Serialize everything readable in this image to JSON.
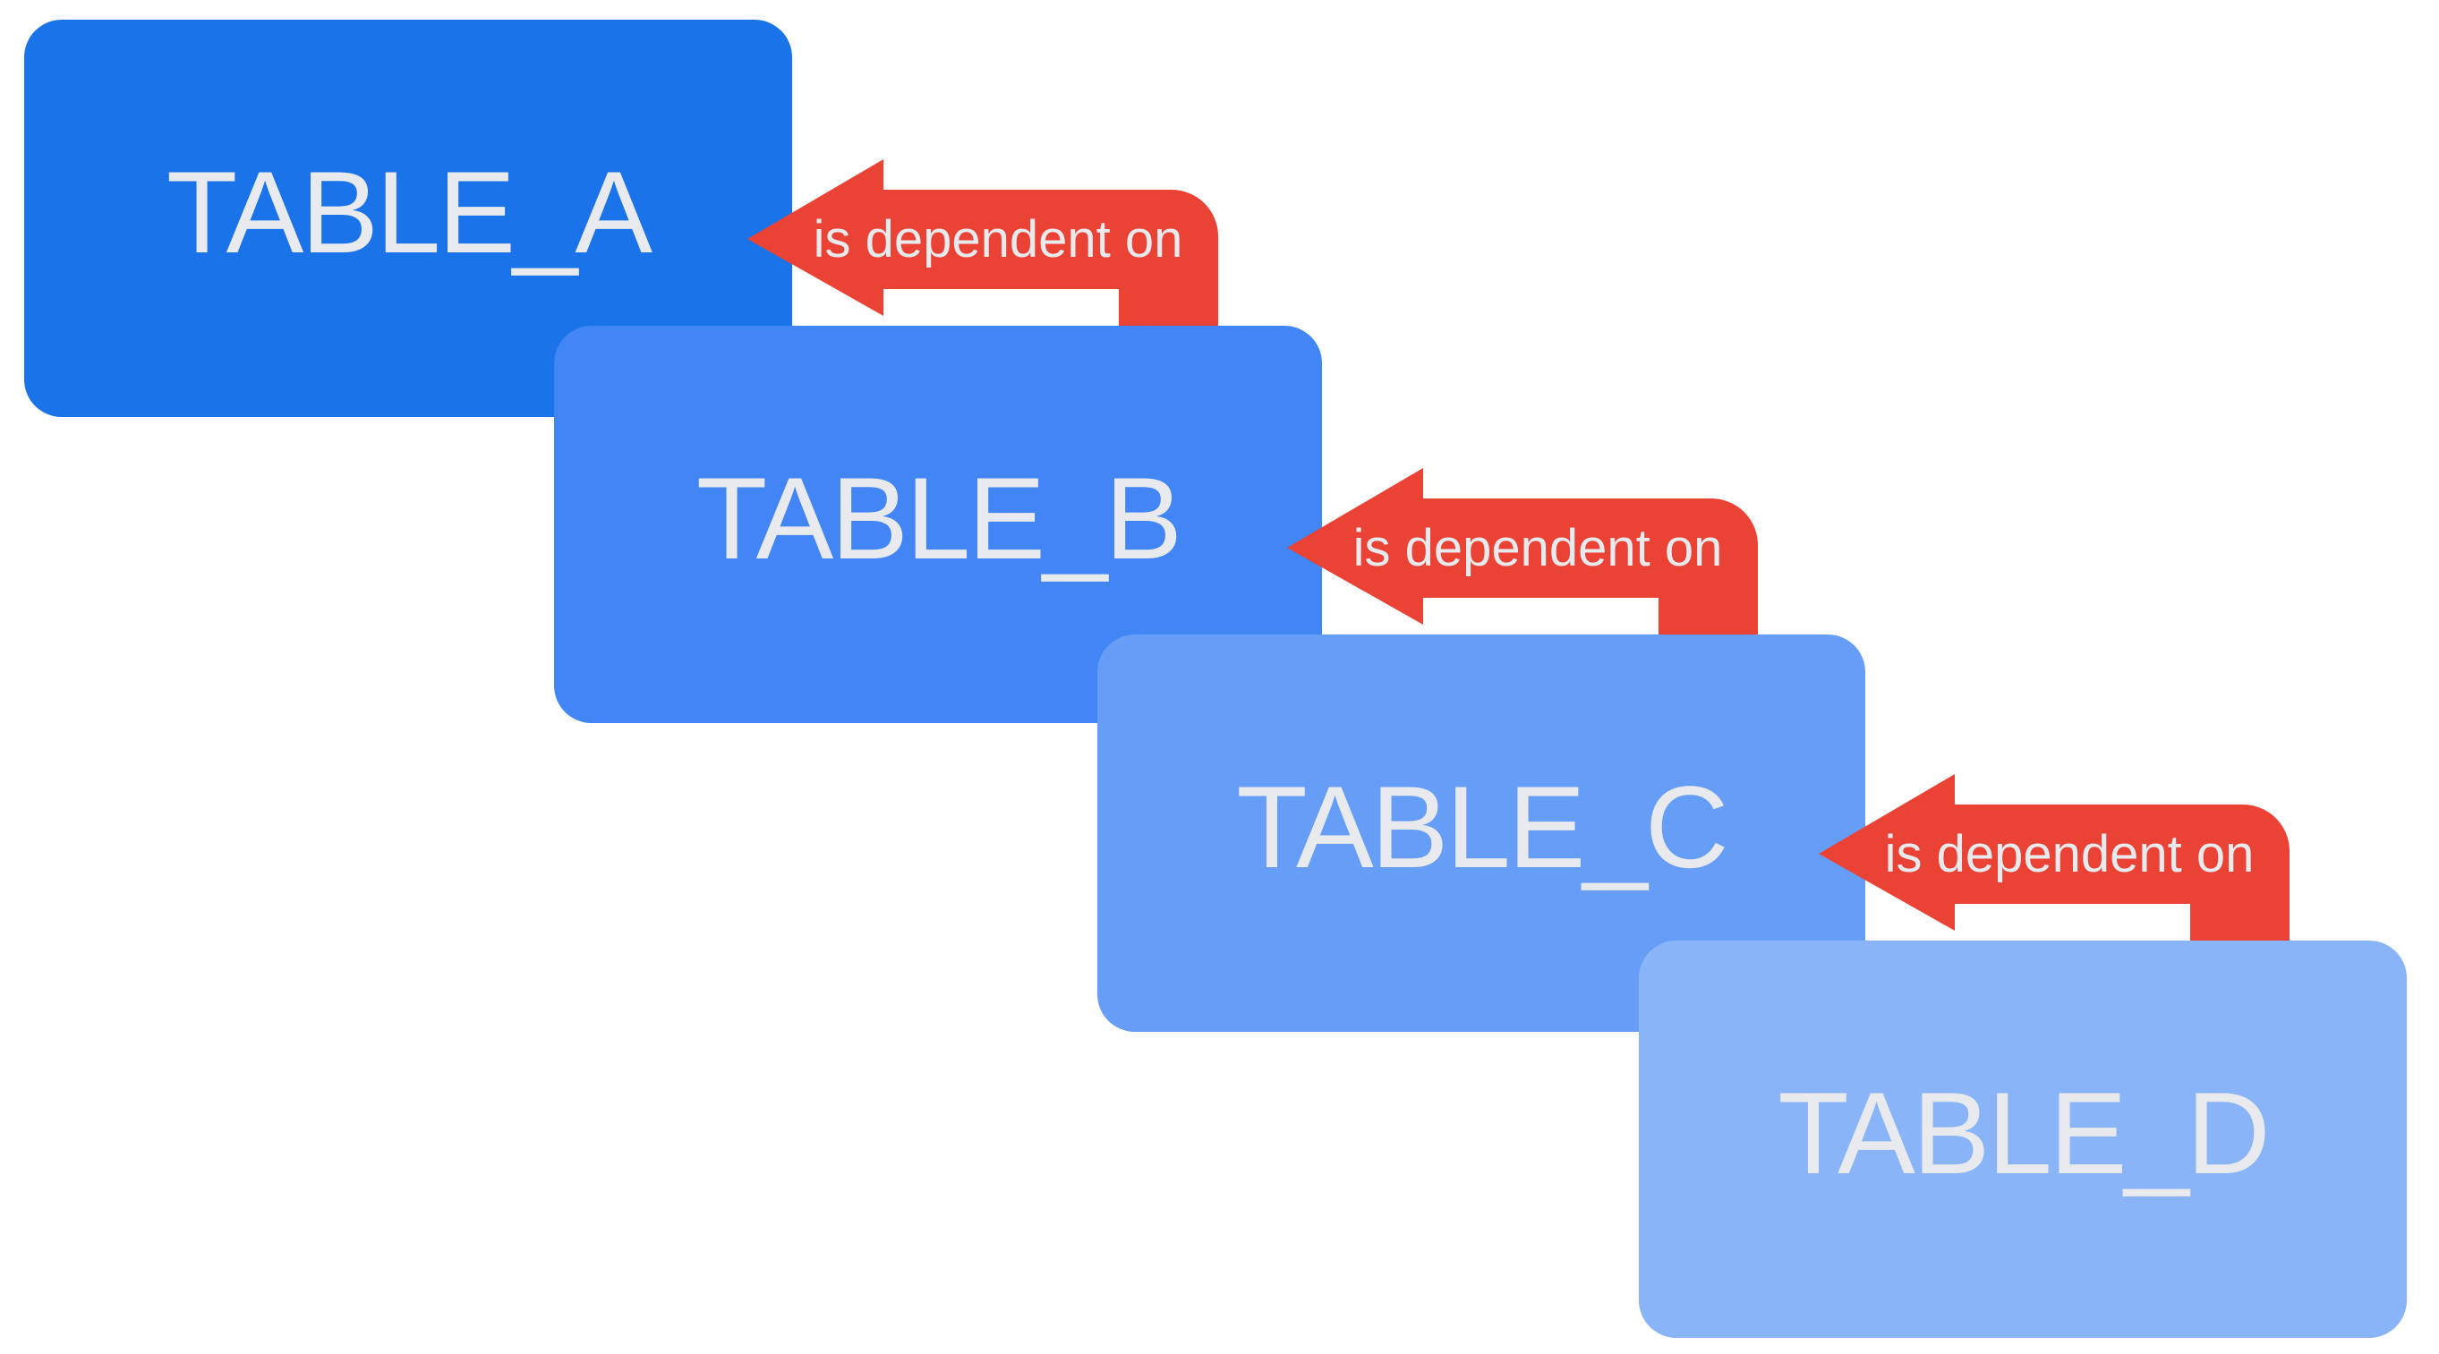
{
  "diagram": {
    "background_color": "#ffffff",
    "label_color": "#e8eaed",
    "arrow_color": "#ea4335",
    "relationship_label": "is dependent on",
    "tables": [
      {
        "label": "TABLE_A",
        "color": "#1a73e8"
      },
      {
        "label": "TABLE_B",
        "color": "#4285f4"
      },
      {
        "label": "TABLE_C",
        "color": "#669df6"
      },
      {
        "label": "TABLE_D",
        "color": "#8ab4f8"
      }
    ],
    "arrows": [
      {
        "from": "TABLE_B",
        "to": "TABLE_A",
        "label": "is dependent on"
      },
      {
        "from": "TABLE_C",
        "to": "TABLE_B",
        "label": "is dependent on"
      },
      {
        "from": "TABLE_D",
        "to": "TABLE_C",
        "label": "is dependent on"
      }
    ]
  }
}
